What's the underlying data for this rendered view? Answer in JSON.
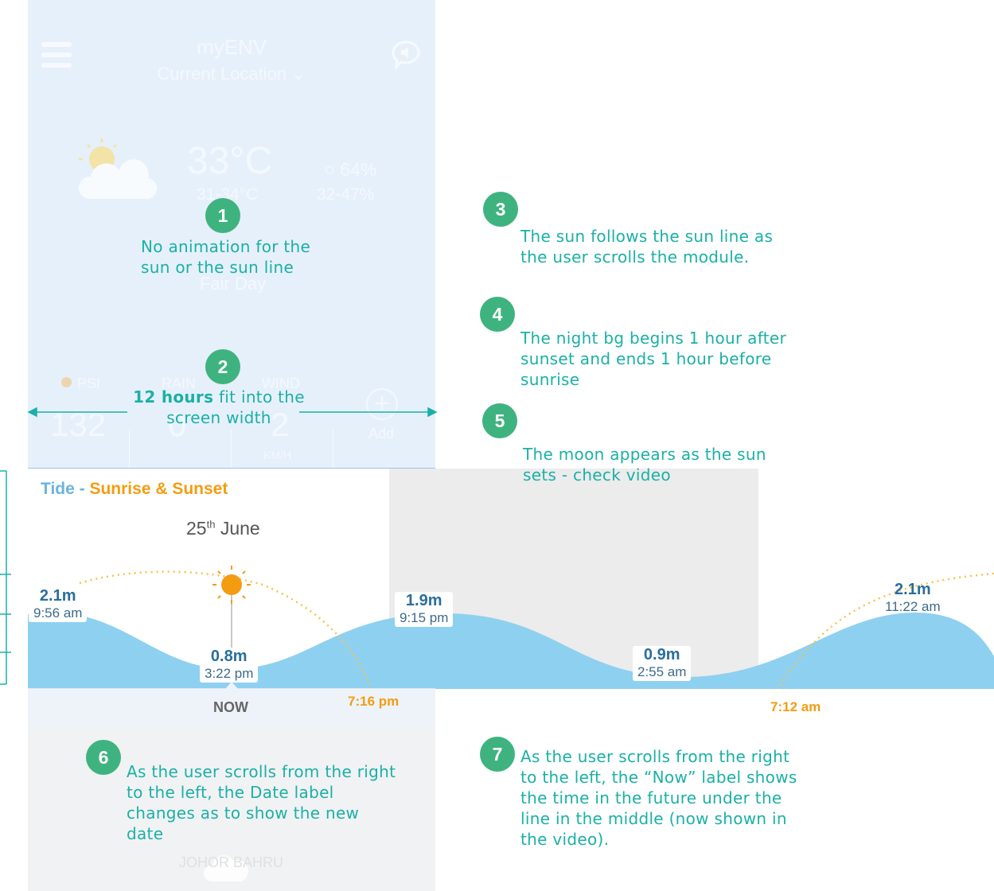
{
  "header": {
    "app_title": "myENV",
    "location": "Current Location",
    "menu_icon": "hamburger-icon",
    "speaker_icon": "speaker-bubble-icon"
  },
  "weather": {
    "temperature": "33°C",
    "temp_range": "31-34°C",
    "humidity": "64%",
    "humidity_range": "32-47%",
    "condition": "Fair Day",
    "icon": "partly-cloudy-icon"
  },
  "stats": {
    "psi_label": "PSI",
    "psi_value": "132",
    "rain_label": "RAIN",
    "rain_value": "0",
    "wind_label": "WIND",
    "wind_value": "2",
    "wind_unit": "KM/H",
    "add_label": "Add",
    "psi_dot_color": "#f5a623"
  },
  "tide": {
    "title_tide": "Tide",
    "title_sep": " - ",
    "title_sun": "Sunrise & Sunset",
    "date_day": "25",
    "date_suffix": "th",
    "date_month": " June",
    "now_label": "NOW",
    "sunset_time": "7:16 pm",
    "sunrise_time": "7:12 am",
    "labels": [
      {
        "height": "2.1m",
        "time": "9:56 am"
      },
      {
        "height": "0.8m",
        "time": "3:22 pm"
      },
      {
        "height": "1.9m",
        "time": "9:15 pm"
      },
      {
        "height": "0.9m",
        "time": "2:55 am"
      },
      {
        "height": "2.1m",
        "time": "11:22 am"
      }
    ],
    "colors": {
      "wave": "#8ed0f0",
      "tide": "#6ab4dd",
      "sun": "#f39c12"
    }
  },
  "annotations": [
    {
      "num": "1",
      "text": "No animation for the sun or the sun line"
    },
    {
      "num": "2",
      "text_bold": "12 hours",
      "text": " fit into the screen width"
    },
    {
      "num": "3",
      "text": "The sun follows the sun line as the user scrolls the module."
    },
    {
      "num": "4",
      "text": "The night bg begins 1 hour after sunset and ends 1 hour before sunrise"
    },
    {
      "num": "5",
      "text": "The moon appears as the sun sets - check video"
    },
    {
      "num": "6",
      "text": "As the user scrolls from the right to the left, the Date label changes as to show the new date"
    },
    {
      "num": "7",
      "text": "As the user scrolls from the right to the left, the “Now” label shows the time in the future under the line in the middle (now shown in the video)."
    }
  ],
  "bottom": {
    "faded_label": "JOHOR BAHRU"
  }
}
